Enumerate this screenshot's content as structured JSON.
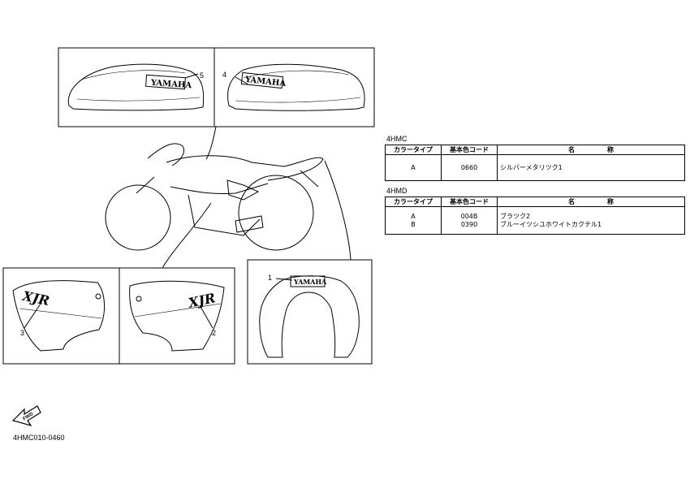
{
  "callouts": [
    "1",
    "2",
    "3",
    "4",
    "5"
  ],
  "emblem_text": "YAMAHA",
  "side_cover_text": "XJR",
  "fwd_label": "FWD",
  "tables": [
    {
      "model": "4HMC",
      "headers": [
        "カラータイプ",
        "基本色コード",
        "名　　　　　称"
      ],
      "rows": [
        {
          "type": "A",
          "code": "0660",
          "name": "シルバーメタリツク1"
        }
      ]
    },
    {
      "model": "4HMD",
      "headers": [
        "カラータイプ",
        "基本色コード",
        "名　　　　　称"
      ],
      "rows": [
        {
          "type": "A",
          "code": "004B",
          "name": "ブラツク2"
        },
        {
          "type": "B",
          "code": "0390",
          "name": "ブルーイツシユホワイトカクテル1"
        }
      ]
    }
  ],
  "reference_code": "4HMC010-0460"
}
